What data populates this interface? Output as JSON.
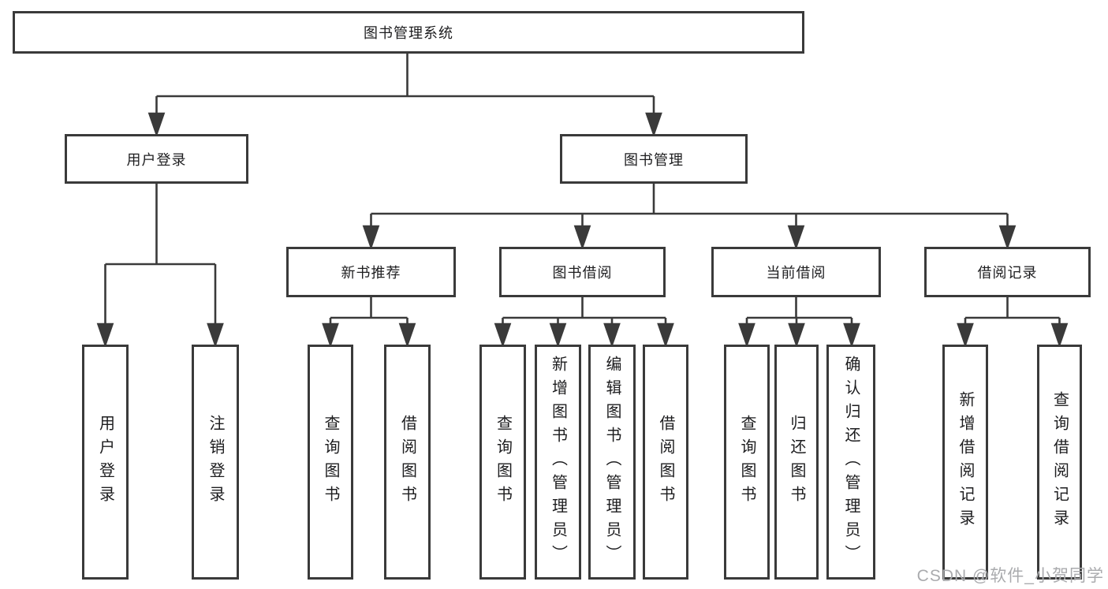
{
  "tree": {
    "label": "图书管理系统",
    "children": [
      {
        "label": "用户登录",
        "children": [
          {
            "label": "用户登录"
          },
          {
            "label": "注销登录"
          }
        ]
      },
      {
        "label": "图书管理",
        "children": [
          {
            "label": "新书推荐",
            "children": [
              {
                "label": "查询图书"
              },
              {
                "label": "借阅图书"
              }
            ]
          },
          {
            "label": "图书借阅",
            "children": [
              {
                "label": "查询图书"
              },
              {
                "label": "新增图书（管理员）"
              },
              {
                "label": "编辑图书（管理员）"
              },
              {
                "label": "借阅图书"
              }
            ]
          },
          {
            "label": "当前借阅",
            "children": [
              {
                "label": "查询图书"
              },
              {
                "label": "归还图书"
              },
              {
                "label": "确认归还（管理员）"
              }
            ]
          },
          {
            "label": "借阅记录",
            "children": [
              {
                "label": "新增借阅记录"
              },
              {
                "label": "查询借阅记录"
              }
            ]
          }
        ]
      }
    ]
  },
  "watermark": "CSDN @软件_小贺同学",
  "colors": {
    "line": "#3a3a3a",
    "box_border": "#3a3a3a",
    "box_fill": "#ffffff",
    "text": "#1d1d1f",
    "watermark": "#aaabae",
    "background": "#ffffff"
  }
}
